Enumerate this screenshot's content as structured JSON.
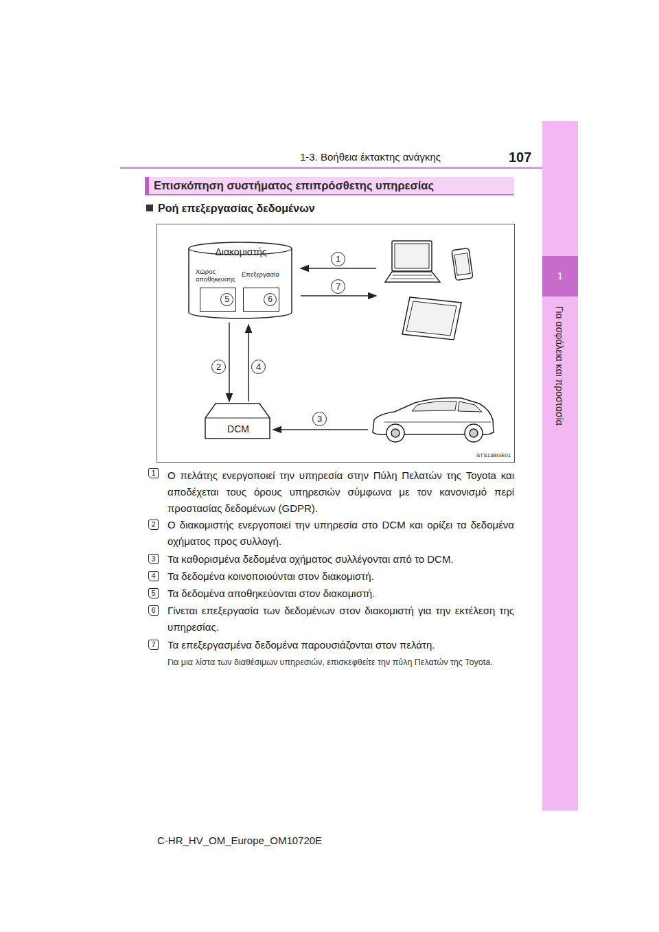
{
  "diagram": {
    "title": "Επισκόπηση συστήματος επιπρόσθετης υπηρεσίας",
    "nodes": [
      {
        "text": [
          "Διακομιστής"
        ]
      },
      {
        "text": [
          "Χώρος αποθήκευσης",
          "5"
        ],
        "in": 0
      },
      {
        "text": [
          "Επεξεργασία",
          "6"
        ],
        "in": 0
      },
      {
        "text": [
          "DCM"
        ]
      }
    ],
    "edges": [
      {
        "from": 0,
        "to": 3,
        "arrow": "to"
      },
      {
        "from": 3,
        "to": 0,
        "arrow": "to"
      }
    ],
    "labels": [
      "107",
      "1-3. Βοήθεια έκτακτης ανάγκης",
      "1",
      "Για ασφάλεια και προστασία",
      "Ροή επεξεργασίας δεδομένων",
      "1",
      "7",
      "2",
      "4",
      "3",
      "STS13BGE01",
      "1",
      "Ο πελάτης ενεργοποιεί την υπηρεσία στην Πύλη Πελατών της Toyota και αποδέχεται τους όρους υπηρεσιών σύμφωνα με τον κανονισμό περί προστασίας δεδομένων (GDPR).",
      "2",
      "Ο διακομιστής ενεργοποιεί την υπηρεσία στο DCM και ορίζει τα δεδομένα οχήματος προς συλλογή.",
      "3",
      "Τα καθορισμένα δεδομένα οχήματος συλλέγονται από το DCM.",
      "4",
      "Τα δεδομένα κοινοποιούνται στον διακομιστή.",
      "5",
      "Τα δεδομένα αποθηκεύονται στον διακομιστή.",
      "6",
      "Γίνεται επεξεργασία των δεδομένων στον διακομιστή για την εκτέλεση της υπηρεσίας.",
      "7",
      "Τα επεξεργασμένα δεδομένα παρουσιάζονται στον πελάτη.",
      "Για μια λίστα των διαθέσιμων υπηρεσιών, επισκεφθείτε την πύλη Πελατών της Toyota.",
      "C-HR_HV_OM_Europe_OM10720E"
    ]
  }
}
